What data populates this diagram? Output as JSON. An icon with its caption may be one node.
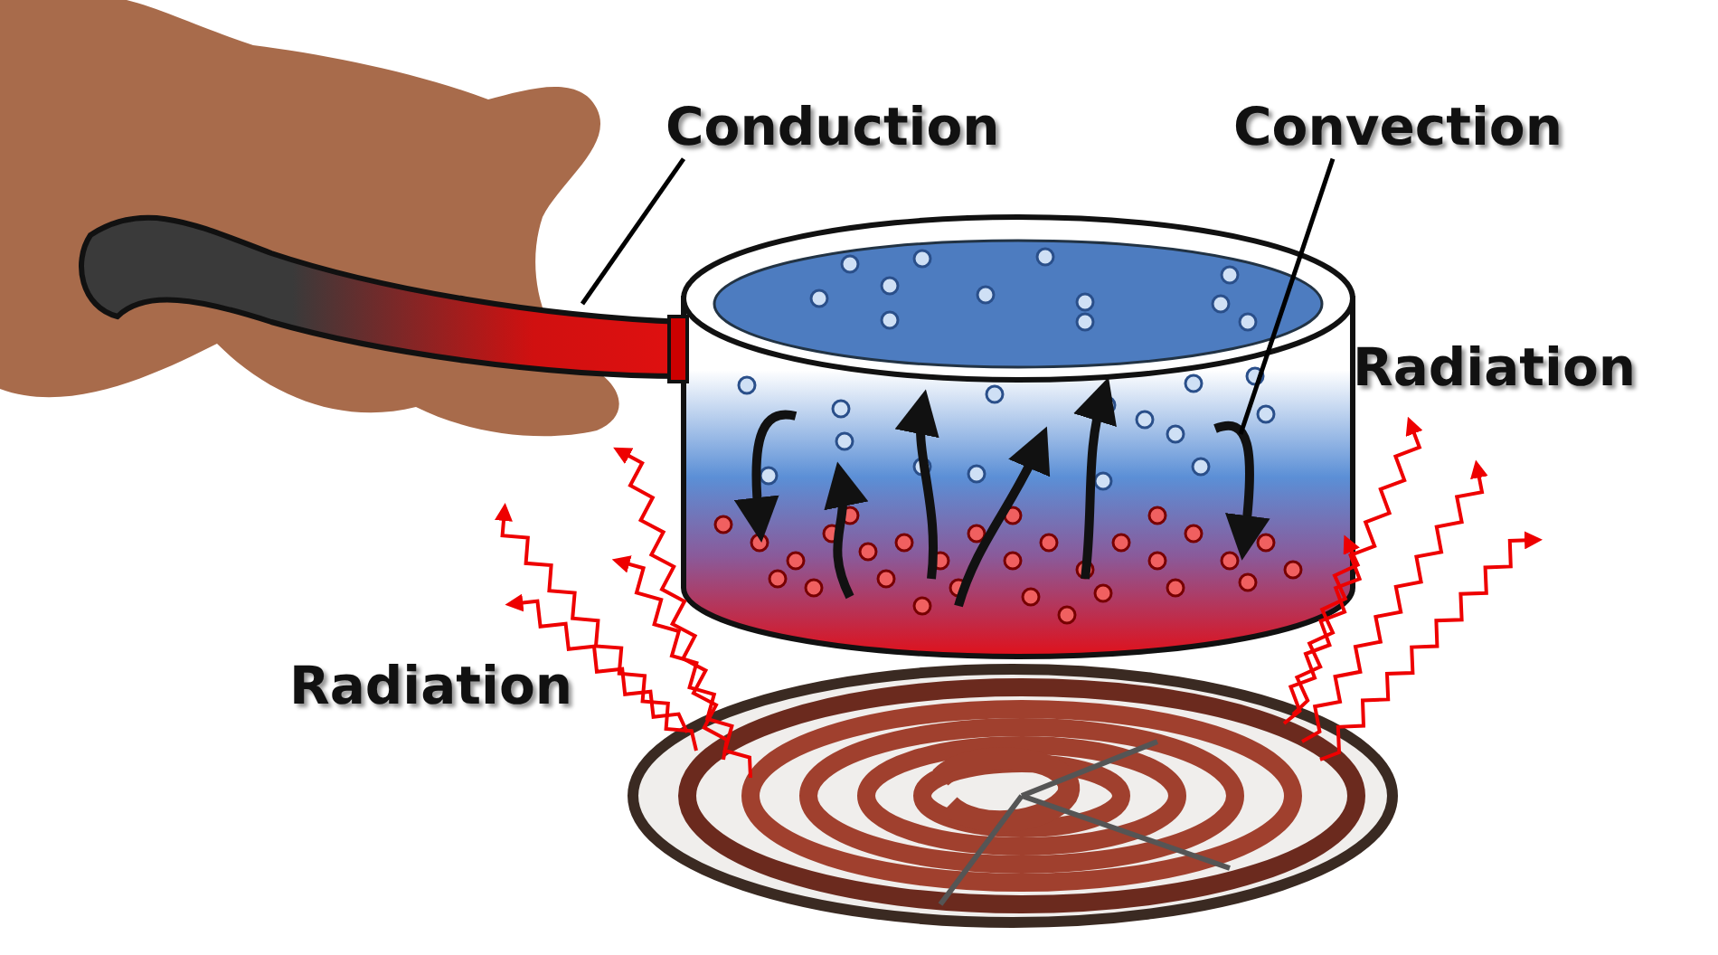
{
  "diagram": {
    "nodes": [
      {
        "text": [
          "Conduction"
        ]
      },
      {
        "text": [],
        "shape": "picture"
      },
      {
        "text": [
          "Convection"
        ]
      },
      {
        "text": [],
        "shape": "picture"
      }
    ],
    "edges": [
      {
        "from": 0,
        "to": 1,
        "arrow": "none"
      },
      {
        "from": 2,
        "to": 3,
        "arrow": "none"
      }
    ],
    "labels": [
      "Radiation",
      "Radiation"
    ]
  }
}
